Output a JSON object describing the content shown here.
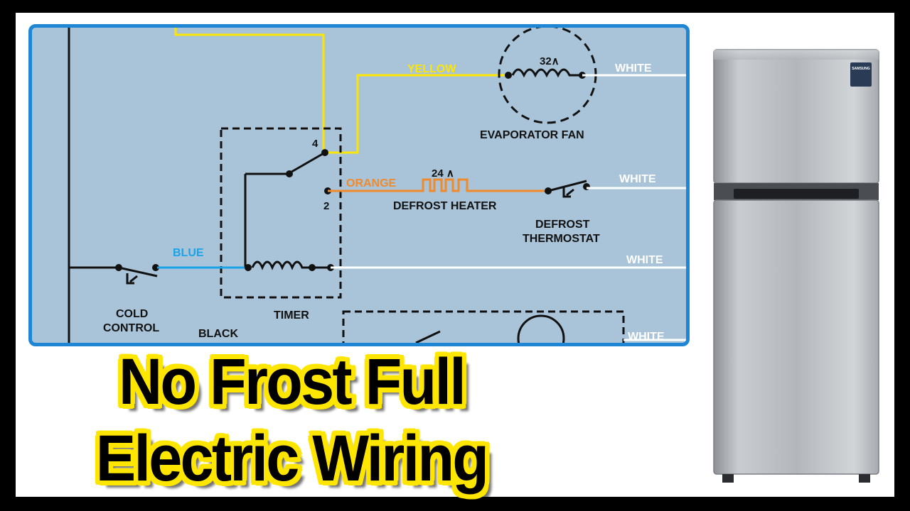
{
  "diagram": {
    "labels": {
      "yellow": "YELLOW",
      "orange": "ORANGE",
      "blue": "BLUE",
      "white_1": "WHITE",
      "white_2": "WHITE",
      "white_3": "WHITE",
      "white_4": "WHITE",
      "fan_rating": "32∧",
      "heater_rating": "24 ∧",
      "evaporator_fan": "EVAPORATOR  FAN",
      "defrost_heater": "DEFROST HEATER",
      "defrost_thermostat_1": "DEFROST",
      "defrost_thermostat_2": "THERMOSTAT",
      "cold_control_1": "COLD",
      "cold_control_2": "CONTROL",
      "timer": "TIMER",
      "black": "BLACK",
      "terminal_4": "4",
      "terminal_2": "2"
    },
    "colors": {
      "panel_bg": "#a9c4d8",
      "panel_border": "#1f86d6",
      "yellow_wire": "#ffe600",
      "orange_wire": "#f08a2a",
      "blue_wire": "#1aa3e8",
      "white_wire": "#ffffff",
      "black_wire": "#111111"
    }
  },
  "headline": {
    "line1": "No Frost Full",
    "line2": "Electric Wiring",
    "text_color": "#000000",
    "outline_color": "#ffe600"
  },
  "fridge": {
    "brand_badge": "SAMSUNG",
    "color": "#b8bcc0"
  }
}
